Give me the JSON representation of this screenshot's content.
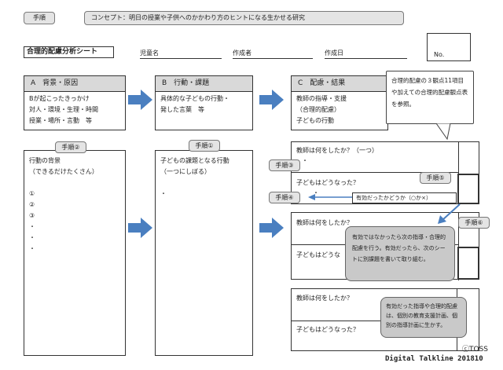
{
  "top": {
    "step_tag": "手順",
    "concept": "コンセプト：明日の授業や子供へのかかわり方のヒントになる生かせる研究"
  },
  "sheet": {
    "title": "合理的配慮分析シート",
    "child_label": "児童名",
    "author_label": "作成者",
    "date_label": "作成日",
    "no_label": "No."
  },
  "colA": {
    "header": "A　背景・原因",
    "lines": [
      "Bが起こったきっかけ",
      "対人・環境・生理・時間",
      "授業・場所・言動　等"
    ],
    "step": "手順②",
    "body": [
      "行動の背景",
      "（できるだけたくさん）",
      "",
      "①",
      "②",
      "③",
      "・",
      "・",
      "・"
    ]
  },
  "colB": {
    "header": "B　行動・課題",
    "lines": [
      "具体的な子どもの行動・",
      "発した言葉　等"
    ],
    "step": "手順①",
    "body": [
      "子どもの課題となる行動",
      "（一つにしぼる）",
      "",
      "・"
    ]
  },
  "colC": {
    "header": "C　配慮・結果",
    "lines": [
      "教師の指導・支援",
      "（合理的配慮）",
      "子どもの行動"
    ]
  },
  "callouts": {
    "top": "合理的配慮の３観点11項目や加えての合理的配慮観点表を参照。",
    "mid": "有効ではなかったら次の指導・合理的配慮を行う。有効だったら、次のシートに別課題を書いて取り組む。",
    "bottom": "有効だった指導や合理的配慮は、個別の教育支援計画、個別の指導計画に生かす。"
  },
  "rows": {
    "q_teacher1": "教師は何をしたか？（一つ）",
    "dot1": "・",
    "q_child1": "子どもはどうなった？",
    "dot2": "・",
    "effective": "有効だったかどうか（○か×）",
    "q_teacher2": "教師は何をしたか？",
    "q_child2": "子どもはどうな",
    "q_teacher3": "教師は何をしたか？",
    "q_child3": "子どもはどうなった？"
  },
  "steps": {
    "s3": "手順③",
    "s4": "手順④",
    "s5": "手順⑤",
    "s6": "手順⑥"
  },
  "footer": {
    "copyright": "ⓒTOSS",
    "brand": "Digital Talkline 201810"
  },
  "colors": {
    "callout": "#c9c9c9",
    "arrow": "#4a7fc0",
    "header": "#d9d9d9"
  }
}
